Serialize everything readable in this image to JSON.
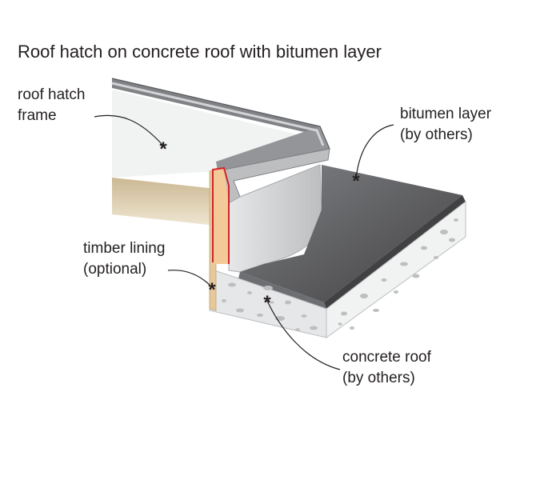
{
  "title": "Roof hatch on concrete roof with bitumen layer",
  "labels": {
    "frame": {
      "line1": "roof hatch",
      "line2": "frame"
    },
    "bitumen": {
      "line1": "bitumen layer",
      "line2": "(by others)"
    },
    "timber": {
      "line1": "timber lining",
      "line2": "(optional)"
    },
    "concrete": {
      "line1": "concrete roof",
      "line2": "(by others)"
    }
  },
  "colors": {
    "frame_face": "#f1f2f2",
    "frame_edge": "#939598",
    "timber": "#f4c998",
    "timber_edge": "#d2232a",
    "bitumen": "#58595b",
    "concrete": "#e6e7e8",
    "lining_board": "#d8c9a8"
  }
}
